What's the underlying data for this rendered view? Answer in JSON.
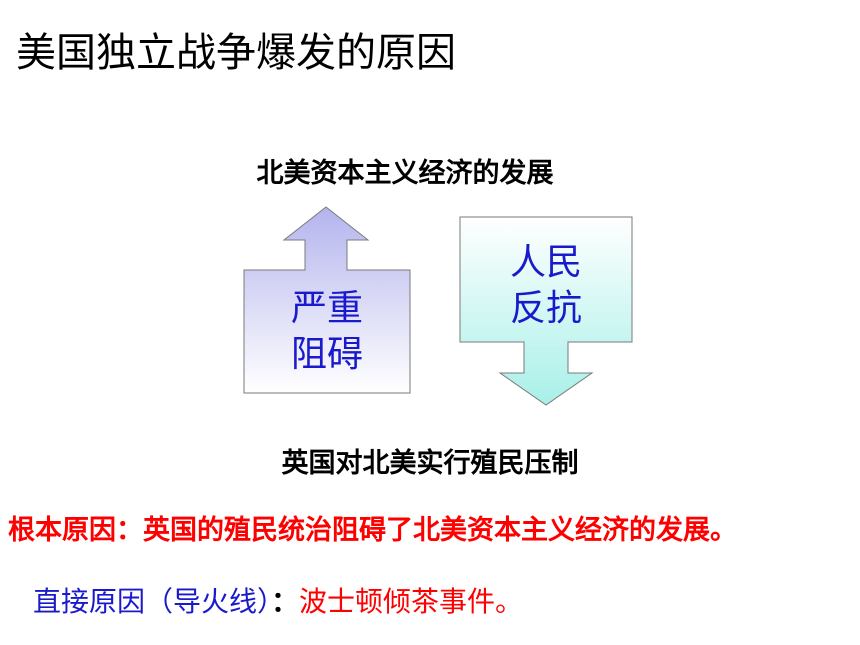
{
  "title": "美国独立战争爆发的原因",
  "diagram": {
    "top_label": "北美资本主义经济的发展",
    "bottom_label": "英国对北美实行殖民压制",
    "up_arrow": {
      "line1": "严重",
      "line2": "阻碍"
    },
    "down_arrow": {
      "line1": "人民",
      "line2": "反抗"
    }
  },
  "root_cause": "根本原因：英国的殖民统治阻碍了北美资本主义经济的发展。",
  "direct_cause": {
    "label": "直接原因（导火线）",
    "separator": "：",
    "event": "波士顿倾茶事件。"
  },
  "colors": {
    "blue_text": "#1a1acc",
    "red_text": "#ff0000",
    "up_arrow_top": "#b4b4ee",
    "down_arrow_bottom": "#a8f0e8"
  }
}
